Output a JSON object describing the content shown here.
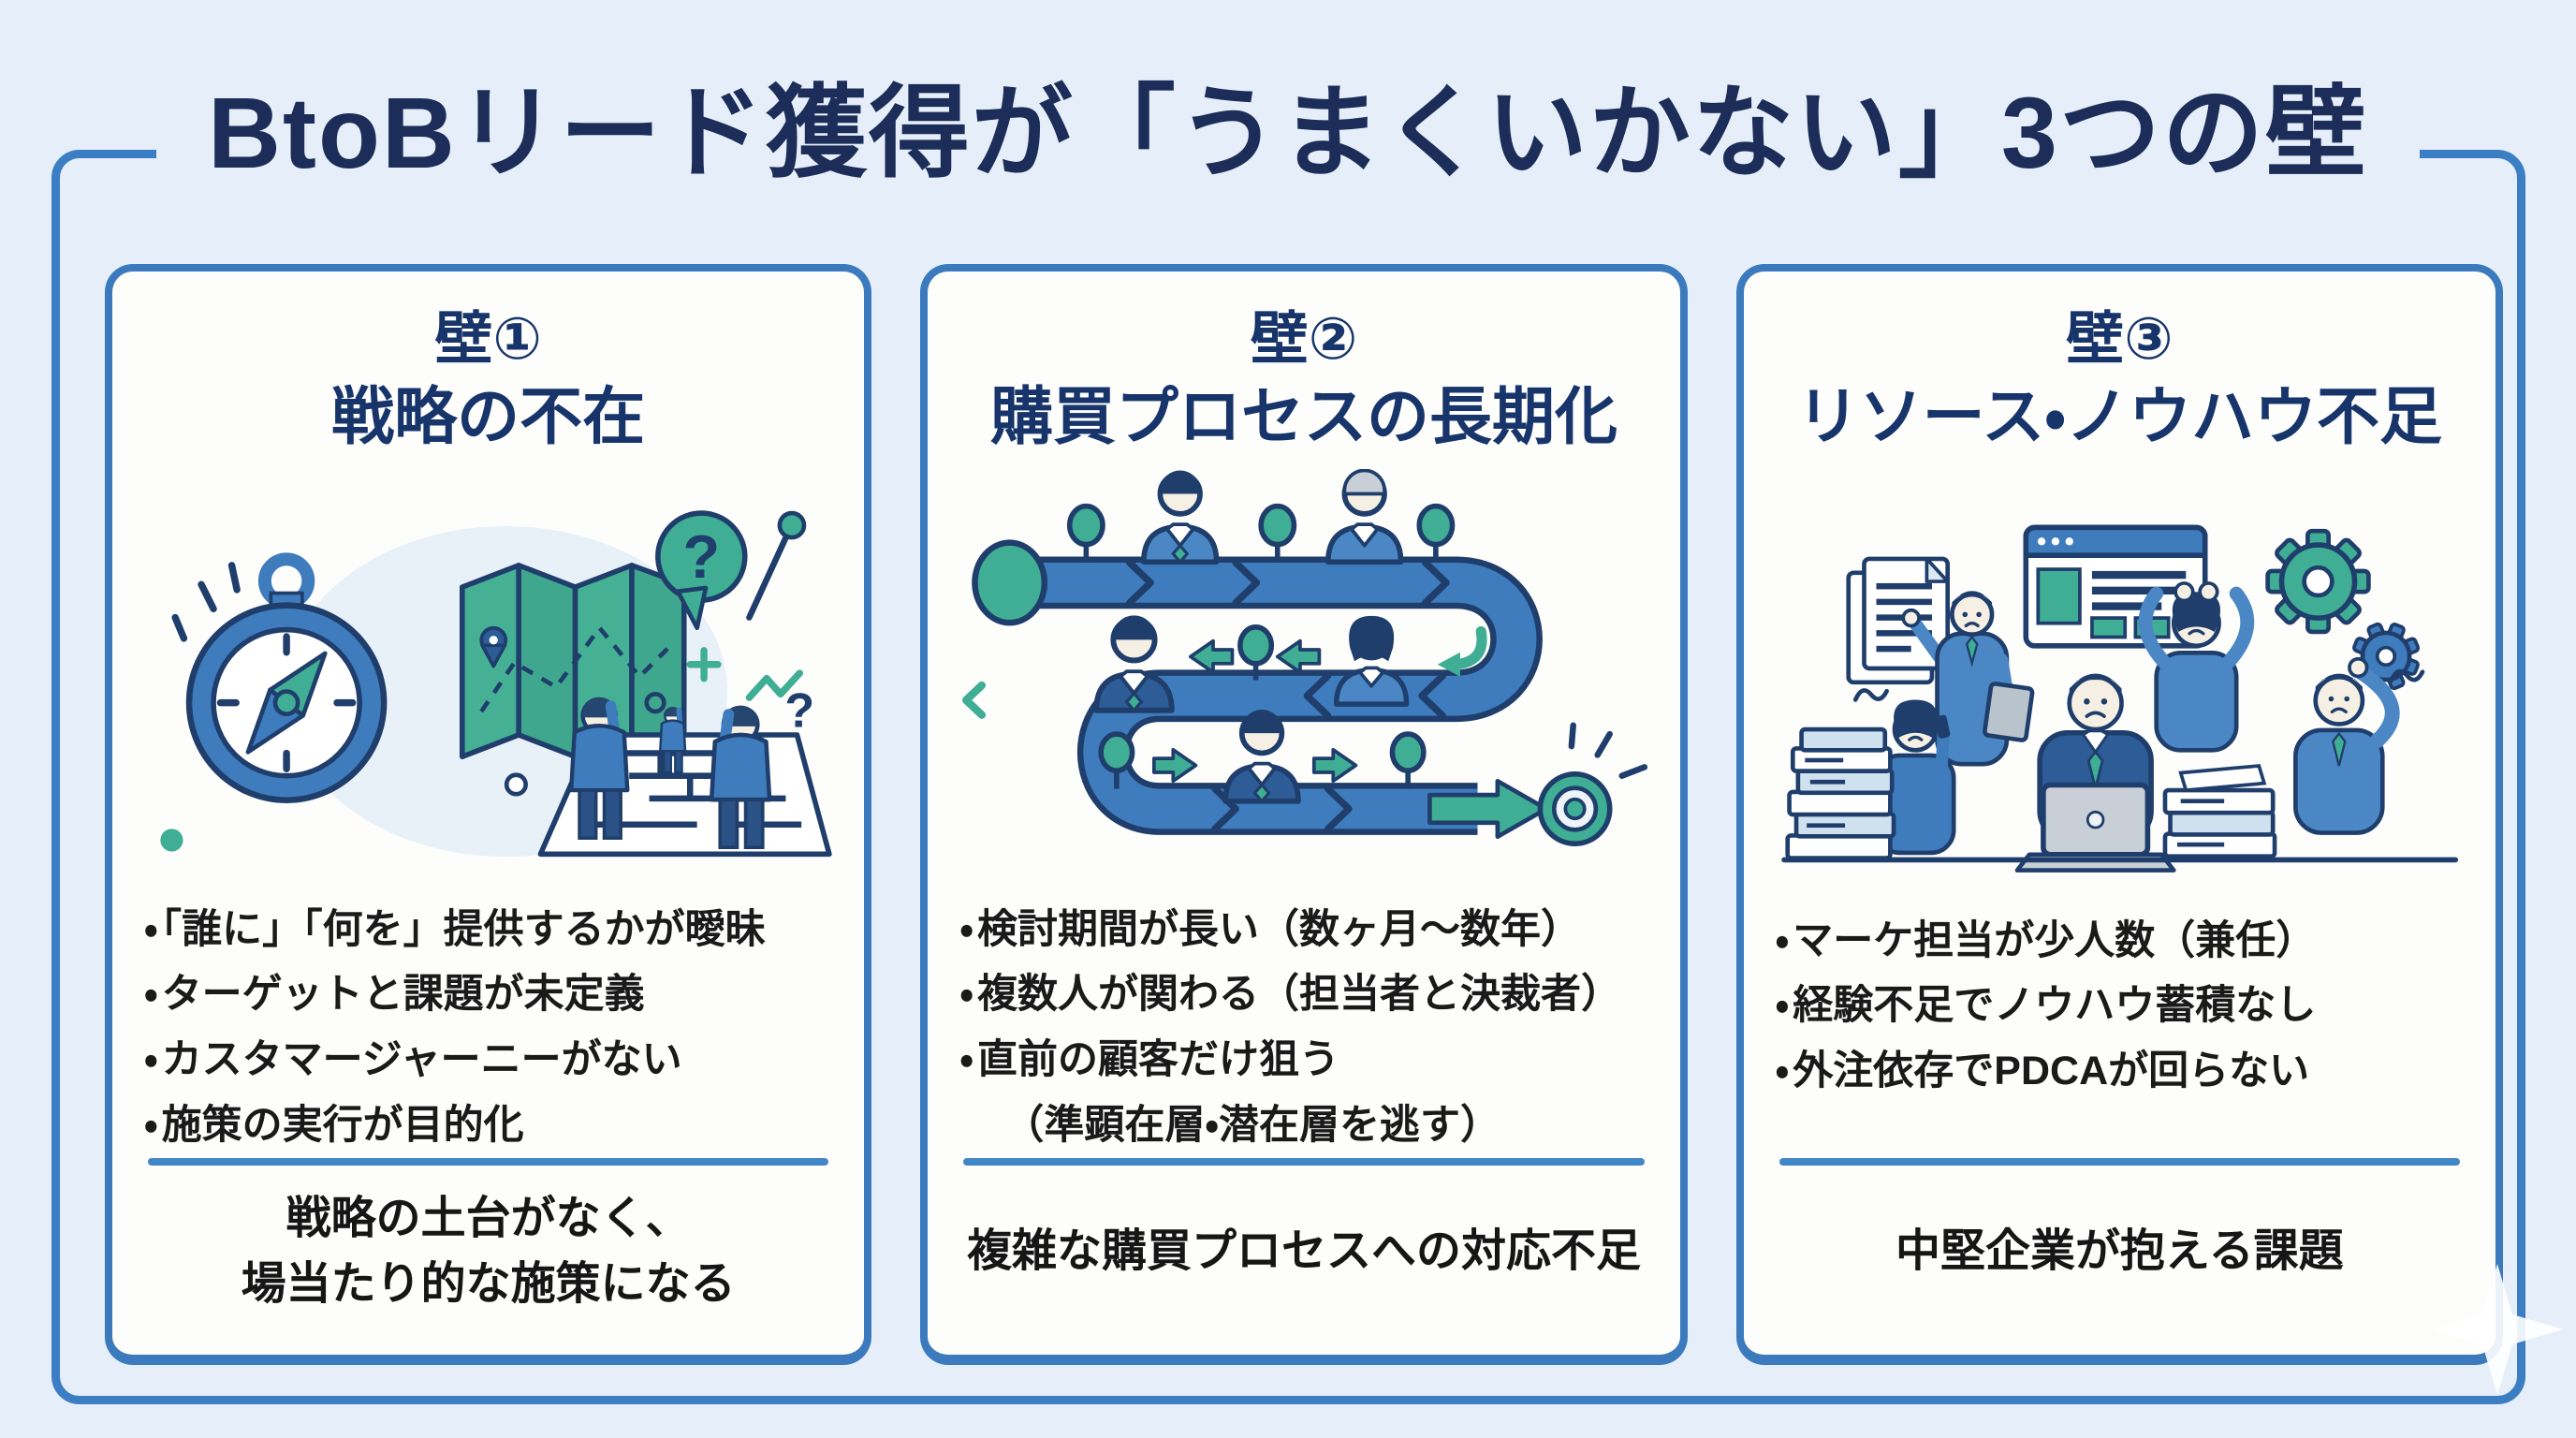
{
  "title": "BtoBリード獲得が「うまくいかない」3つの壁",
  "bullet_marker": "・",
  "illustration_glyphs": {
    "question_mark": "?"
  },
  "colors": {
    "page_background": "#e6eff9",
    "frame_border": "#3b7ec4",
    "card_background": "#fdfdfc",
    "card_border": "#3a7abd",
    "title_navy": "#1b2d58",
    "heading_navy": "#17356b",
    "body_text": "#1a1a1a",
    "divider_blue": "#4186c5",
    "accent_teal": "#3fae94",
    "accent_blue": "#3f7cbd"
  },
  "cards": [
    {
      "number_label": "壁①",
      "heading": "戦略の不在",
      "illustration": "compass-map-maze",
      "bullets": [
        "「誰に」「何を」提供するかが曖昧",
        "ターゲットと課題が未定義",
        "カスタマージャーニーがない",
        "施策の実行が目的化"
      ],
      "footer_lines": [
        "戦略の土台がなく、",
        "場当たり的な施策になる"
      ]
    },
    {
      "number_label": "壁②",
      "heading": "購買プロセスの長期化",
      "illustration": "winding-buying-process",
      "bullets": [
        "検討期間が長い（数ヶ月〜数年）",
        "複数人が関わる（担当者と決裁者）",
        "直前の顧客だけ狙う"
      ],
      "bullet_continuation": "（準顕在層・潜在層を逃す）",
      "footer_lines": [
        "複雑な購買プロセスへの対応不足"
      ]
    },
    {
      "number_label": "壁③",
      "heading": "リソース・ノウハウ不足",
      "illustration": "overworked-team",
      "bullets": [
        "マーケ担当が少人数（兼任）",
        "経験不足でノウハウ蓄積なし",
        "外注依存でPDCAが回らない"
      ],
      "footer_lines": [
        "中堅企業が抱える課題"
      ]
    }
  ]
}
